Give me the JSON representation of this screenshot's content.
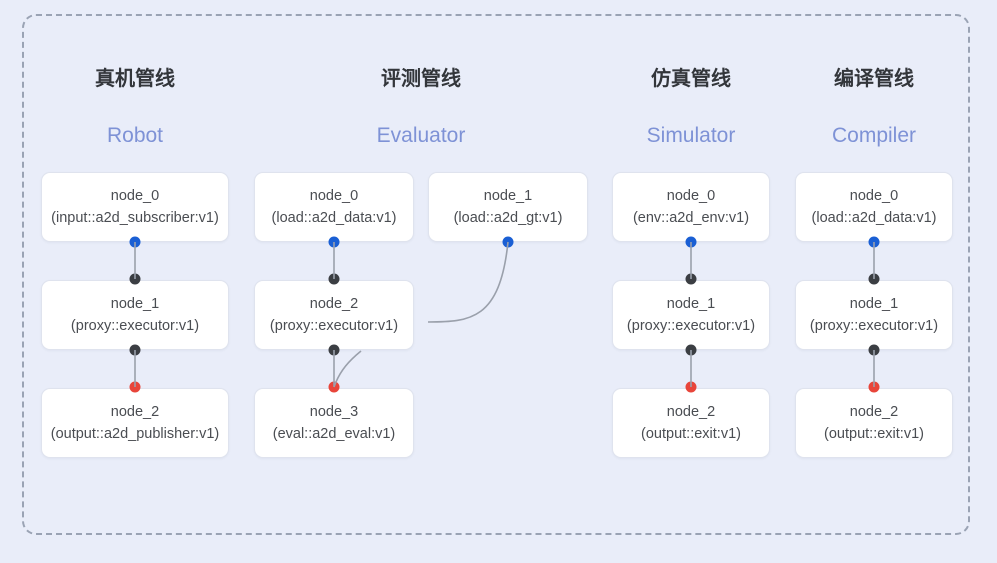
{
  "diagram": {
    "background_color": "#e9edf9",
    "frame_border_color": "#9aa3b4",
    "edge_color": "#9aa0ab",
    "node_fill": "#ffffff",
    "node_border": "#dfe3ee",
    "dot_colors": {
      "output": "#1a5fd4",
      "link": "#3b3e43",
      "terminal": "#e8453a"
    },
    "title_color": "#33363b",
    "subtitle_color": "#7e92d6"
  },
  "columns": [
    {
      "title": "真机管线",
      "subtitle": "Robot",
      "nodes": [
        {
          "id": "node_0",
          "type": "(input::a2d_subscriber:v1)"
        },
        {
          "id": "node_1",
          "type": "(proxy::executor:v1)"
        },
        {
          "id": "node_2",
          "type": "(output::a2d_publisher:v1)"
        }
      ]
    },
    {
      "title": "评测管线",
      "subtitle": "Evaluator",
      "nodes": [
        {
          "id": "node_0",
          "type": "(load::a2d_data:v1)"
        },
        {
          "id": "node_1",
          "type": "(load::a2d_gt:v1)"
        },
        {
          "id": "node_2",
          "type": "(proxy::executor:v1)"
        },
        {
          "id": "node_3",
          "type": "(eval::a2d_eval:v1)"
        }
      ]
    },
    {
      "title": "仿真管线",
      "subtitle": "Simulator",
      "nodes": [
        {
          "id": "node_0",
          "type": "(env::a2d_env:v1)"
        },
        {
          "id": "node_1",
          "type": "(proxy::executor:v1)"
        },
        {
          "id": "node_2",
          "type": "(output::exit:v1)"
        }
      ]
    },
    {
      "title": "编译管线",
      "subtitle": "Compiler",
      "nodes": [
        {
          "id": "node_0",
          "type": "(load::a2d_data:v1)"
        },
        {
          "id": "node_1",
          "type": "(proxy::executor:v1)"
        },
        {
          "id": "node_2",
          "type": "(output::exit:v1)"
        }
      ]
    }
  ]
}
